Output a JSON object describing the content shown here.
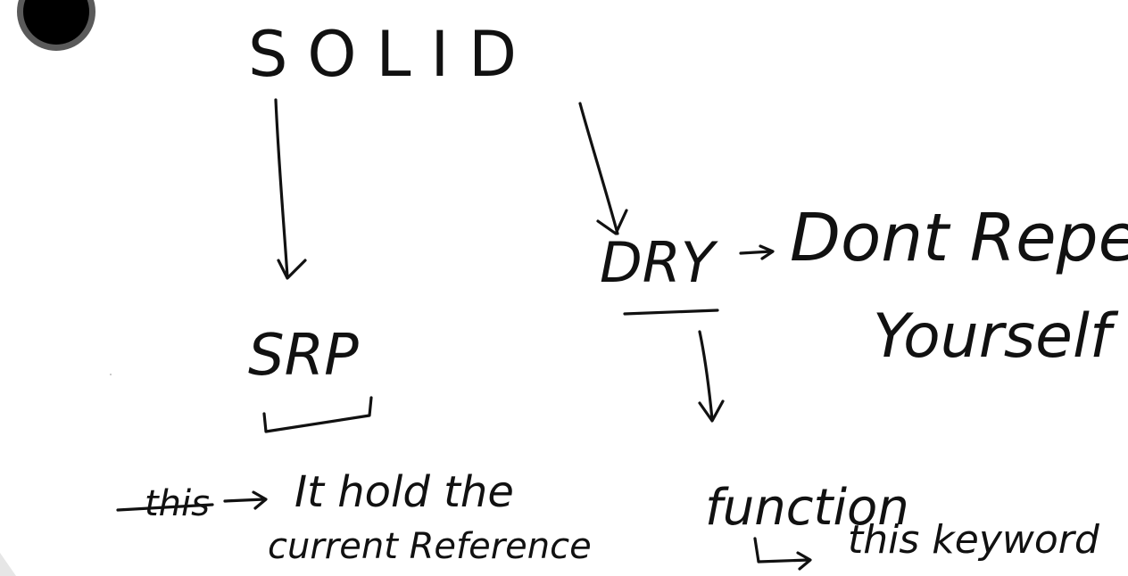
{
  "colors": {
    "ink": "#111111",
    "background": "#ffffff",
    "record_button": "#000000",
    "record_ring": "#5a5a5a"
  },
  "icons": {
    "record": "record-button-icon"
  },
  "nodes": {
    "solid": "SOLID",
    "srp": "SRP",
    "dry": "DRY",
    "dry_expansion_line1": "Dont Repeat",
    "dry_expansion_line2": "Yourself",
    "this_word": "this",
    "this_description_line1": "It hold the",
    "this_description_line2": "current Reference",
    "function_word": "function",
    "this_keyword": "this keyword"
  }
}
